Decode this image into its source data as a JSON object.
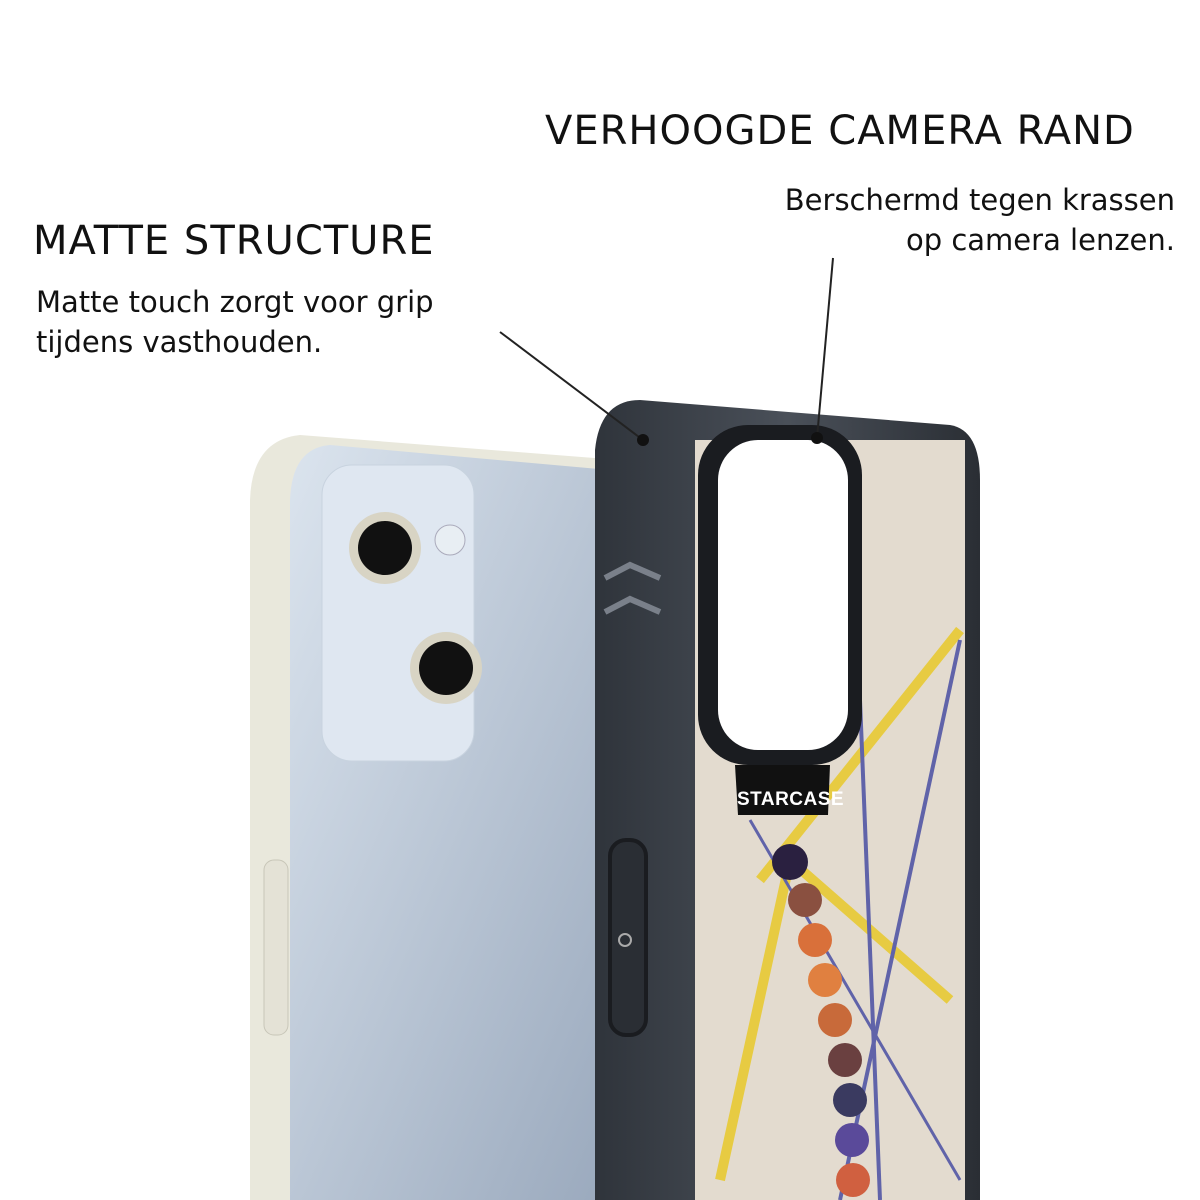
{
  "features": [
    {
      "title": "VERHOOGDE CAMERA RAND",
      "lines": [
        "Berschermd tegen krassen",
        "op camera lenzen."
      ]
    },
    {
      "title": "MATTE STRUCTURE",
      "lines": [
        "Matte touch zorgt voor grip",
        "tijdens vasthouden."
      ]
    }
  ],
  "brand": "STARCASE",
  "colors": {
    "case": "#3b4048",
    "phone": "#c9d6e2",
    "frame": "#e9e8dc",
    "art_bg": "#e3dbcf",
    "accent_yellow": "#e8c92a",
    "accent_blue": "#4a4fa3"
  }
}
